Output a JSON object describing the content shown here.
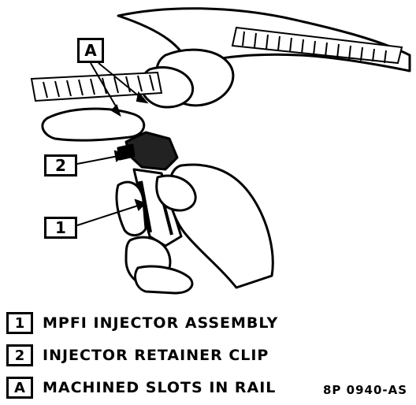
{
  "callouts": {
    "a": "A",
    "two": "2",
    "one": "1"
  },
  "legend": [
    {
      "key": "1",
      "label": "MPFI INJECTOR ASSEMBLY"
    },
    {
      "key": "2",
      "label": "INJECTOR RETAINER CLIP"
    },
    {
      "key": "A",
      "label": "MACHINED SLOTS IN RAIL"
    }
  ],
  "figure_id": "8P 0940-AS",
  "colors": {
    "ink": "#000000",
    "paper": "#ffffff"
  }
}
